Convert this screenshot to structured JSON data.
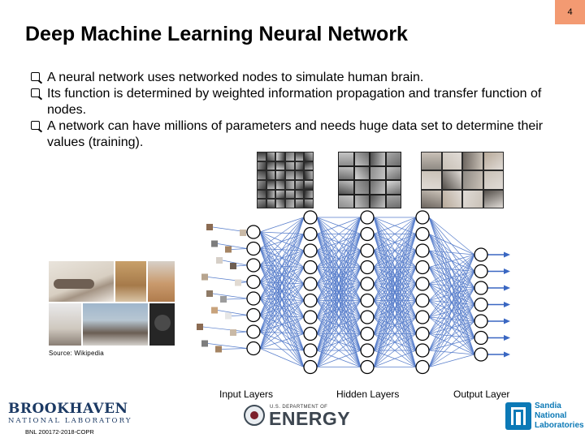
{
  "page_number": "4",
  "title": "Deep Machine Learning Neural Network",
  "bullets": [
    "A neural network uses networked nodes to simulate human brain.",
    "Its function is determined by weighted information propagation and transfer function of nodes.",
    "A network can have millions of parameters and needs huge data set to determine their values (training)."
  ],
  "source_caption": "Source: Wikipedia",
  "layer_labels": {
    "input": "Input Layers",
    "hidden": "Hidden Layers",
    "output": "Output Layer"
  },
  "logos": {
    "bnl_name": "BROOKHAVEN",
    "bnl_sub": "NATIONAL LABORATORY",
    "copr": "BNL 200172-2018-COPR",
    "doe_small": "U.S. DEPARTMENT OF",
    "doe_big": "ENERGY",
    "sandia": [
      "Sandia",
      "National",
      "Laboratories"
    ]
  },
  "colors": {
    "page_number_bg": "#f39a72",
    "title_text": "#000000",
    "network_edges": "#3a67c2",
    "node_fill": "#ffffff",
    "node_stroke": "#000000",
    "bnl_blue": "#1c3a64",
    "sandia_blue": "#0c79b6"
  },
  "icons": {
    "bullet": "checkbox-q-icon",
    "feature_images": [
      "edge-features-image",
      "face-features-image",
      "cat-faces-image"
    ],
    "input_photos": "cat-photos-image",
    "node": "neuron-node-icon",
    "output_arrow": "arrow-right-icon"
  }
}
